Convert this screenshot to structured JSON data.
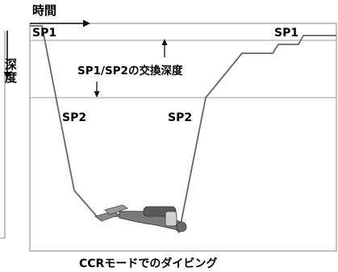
{
  "diagram": {
    "time_axis_label": "時間",
    "depth_axis_label": "深度",
    "setpoint_high_left": "SP1",
    "setpoint_high_right": "SP1",
    "switch_depth_label": "SP1/SP2の交換深度",
    "setpoint_low_descent": "SP2",
    "setpoint_low_ascent": "SP2",
    "caption": "CCRモードでのダイビング"
  }
}
